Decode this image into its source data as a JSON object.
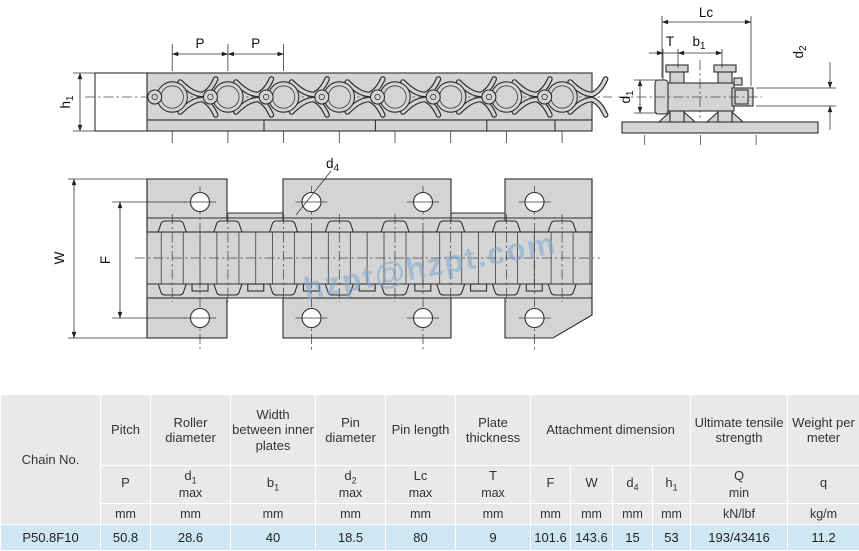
{
  "watermark": "hzpt@hzpt.com",
  "drawings": {
    "side_view": {
      "pitch_labels": [
        "P",
        "P"
      ],
      "height_label": {
        "base": "h",
        "sub": "1"
      }
    },
    "end_view": {
      "overall_width_label": "Lc",
      "plate_thickness_label": "T",
      "inner_width_label": {
        "base": "b",
        "sub": "1"
      },
      "pin_dia_label": {
        "base": "d",
        "sub": "2"
      },
      "roller_dia_label": {
        "base": "d",
        "sub": "1"
      }
    },
    "plan_view": {
      "hole_dia_label": {
        "base": "d",
        "sub": "4"
      },
      "overall_width_label": "W",
      "attachment_spacing_label": "F"
    }
  },
  "table": {
    "corner": "Chain No.",
    "group_labels": [
      "Pitch",
      "Roller diameter",
      "Width between inner plates",
      "Pin diameter",
      "Pin length",
      "Plate thickness",
      "Attachment dimension",
      "Ultimate tensile strength",
      "Weight per meter"
    ],
    "symbols": [
      {
        "b": "P"
      },
      {
        "b": "d",
        "s": "1",
        "l2": "max"
      },
      {
        "b": "b",
        "s": "1"
      },
      {
        "b": "d",
        "s": "2",
        "l2": "max"
      },
      {
        "b": "Lc",
        "l2": "max"
      },
      {
        "b": "T",
        "l2": "max"
      },
      {
        "b": "F"
      },
      {
        "b": "W"
      },
      {
        "b": "d",
        "s": "4"
      },
      {
        "b": "h",
        "s": "1"
      },
      {
        "b": "Q",
        "l2": "min"
      },
      {
        "b": "q"
      }
    ],
    "units": [
      "mm",
      "mm",
      "mm",
      "mm",
      "mm",
      "mm",
      "mm",
      "mm",
      "mm",
      "mm",
      "kN/lbf",
      "kg/m"
    ],
    "row": {
      "chain_no": "P50.8F10",
      "values": [
        "50.8",
        "28.6",
        "40",
        "18.5",
        "80",
        "9",
        "101.6",
        "143.6",
        "15",
        "53",
        "193/43416",
        "11.2"
      ]
    }
  }
}
